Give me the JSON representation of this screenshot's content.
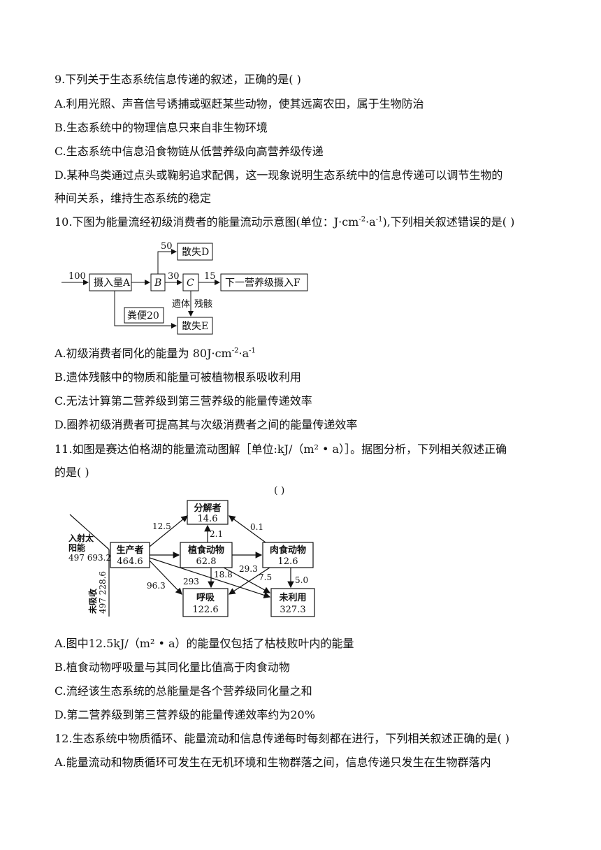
{
  "q9": {
    "stem": "9.下列关于生态系统信息传递的叙述，正确的是(   )",
    "A": "A.利用光照、声音信号诱捕或驱赶某些动物，使其远离农田，属于生物防治",
    "B": "B.生态系统中的物理信息只来自非生物环境",
    "C": "C.生态系统中信息沿食物链从低营养级向高营养级传递",
    "D1": "D.某种鸟类通过点头或鞠躬追求配偶，这一现象说明生态系统中的信息传递可以调节生物的",
    "D2": "种间关系，维持生态系统的稳定"
  },
  "q10": {
    "stem_a": "10.下图为能量流经初级消费者的能量流动示意图(单位：J·cm",
    "exp1": "-2",
    "stem_b": "·a",
    "exp2": "-1",
    "stem_c": "),下列相关叙述错误的是(   )",
    "A_a": "A.初级消费者同化的能量为 80J·cm",
    "A_exp1": "-2",
    "A_b": "·a",
    "A_exp2": "-1",
    "B": "B.遗体残骸中的物质和能量可被植物根系吸收利用",
    "C": "C.无法计算第二营养级到第三营养级的能量传递效率",
    "D": "D.圈养初级消费者可提高其与次级消费者之间的能量传递效率",
    "diagram": {
      "in_value": "100",
      "intake": "摄入量A",
      "b": "B",
      "c": "C",
      "dissipate_d": "散失D",
      "dissipate_e": "散失E",
      "next_level": "下一营养级摄入F",
      "feces": "粪便20",
      "v50": "50",
      "v30": "30",
      "v15": "15",
      "remains1": "遗体",
      "remains2": "残骸"
    }
  },
  "q11": {
    "stem1": "11.如图是赛达伯格湖的能量流动图解［单位:kJ/（m² • a）］。据图分析，下列相关叙述正确",
    "stem2": "的是(   )",
    "A": "A.图中12.5kJ/（m² • a）的能量仅包括了枯枝败叶内的能量",
    "B": "B.植食动物呼吸量与其同化量比值高于肉食动物",
    "C": "C.流经该生态系统的总能量是各个营养级同化量之和",
    "D": "D.第二营养级到第三营养级的能量传递效率约为20%",
    "diagram": {
      "paren": "(          )",
      "sun1": "入射太",
      "sun2": "阳能",
      "sun3": "497 693.2",
      "unabs1": "未吸收",
      "unabs2": "497 228.6",
      "producer": "生产者",
      "producer_v": "464.6",
      "decomposer": "分解者",
      "decomposer_v": "14.6",
      "herbivore": "植食动物",
      "herbivore_v": "62.8",
      "carnivore": "肉食动物",
      "carnivore_v": "12.6",
      "respiration": "呼吸",
      "respiration_v": "122.6",
      "unused": "未利用",
      "unused_v": "327.3",
      "v12_5": "12.5",
      "v2_1": "2.1",
      "v0_1": "0.1",
      "v96_3": "96.3",
      "v293": "293",
      "v18_8": "18.8",
      "v29_3": "29.3",
      "v7_5": "7.5",
      "v5_0": "5.0"
    }
  },
  "q12": {
    "stem": "12.生态系统中物质循环、能量流动和信息传递每时每刻都在进行，下列相关叙述正确的是(   )",
    "A": "A.能量流动和物质循环可发生在无机环境和生物群落之间，信息传递只发生在生物群落内"
  }
}
